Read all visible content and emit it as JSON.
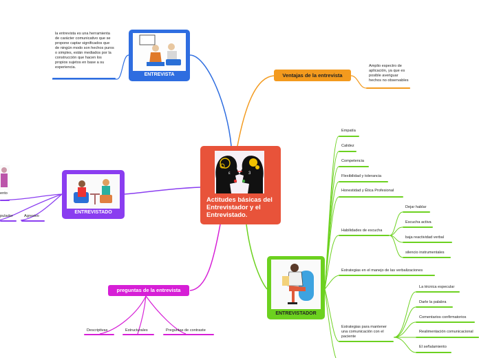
{
  "central": {
    "title": "Actitudes básicas del Entrevistador y el Entrevistado."
  },
  "entrevista": {
    "label": "ENTREVISTA",
    "description": "la entrevista es una herramienta de carácter comunicativo que se propone captar significados que de ningún modo son hechos puros o simples, están mediados por la construcción que hacen los propios sujetos en base a su experiencia."
  },
  "ventajas": {
    "label": "Ventajas de la entrevista",
    "detail": "Amplio espectro de aplicación, ya que es posible averiguar hechos no observables"
  },
  "entrevistado": {
    "label": "ENTREVISTADO",
    "cut_left": "ento",
    "cut_bottom": "pulador",
    "aggressive": "Agresivo"
  },
  "preguntas": {
    "label": "preguntas de la entrevista",
    "items": [
      "Descriptivas",
      "Estructurales",
      "Preguntas de contraste"
    ]
  },
  "entrevistador": {
    "label": "ENTREVISTADOR",
    "items": [
      "Empatía",
      "Calidez",
      "Competencia",
      "Flexibilidad y tolerancia",
      "Honestidad y Ética Profesional",
      "Habilidades de escucha",
      "Estrategias en el manejo de las verbalizaciones",
      "Estrategias para mantener una comunicación con el paciente"
    ],
    "escucha": [
      "Dejar hablar",
      "Escucha activa",
      "baja reactividad verbal",
      "silencio instrumentales"
    ],
    "comunicacion": [
      "La técnica especular",
      "Darle la palabra",
      "Comentarios confirmatorios",
      "Realimentación comunicacional",
      "El señalamiento"
    ]
  },
  "colors": {
    "central": "#e8533a",
    "entrevista": "#2e6de0",
    "ventajas": "#f39a1e",
    "entrevistado": "#8a3df0",
    "preguntas": "#d61fd6",
    "entrevistador": "#6cd11f"
  }
}
